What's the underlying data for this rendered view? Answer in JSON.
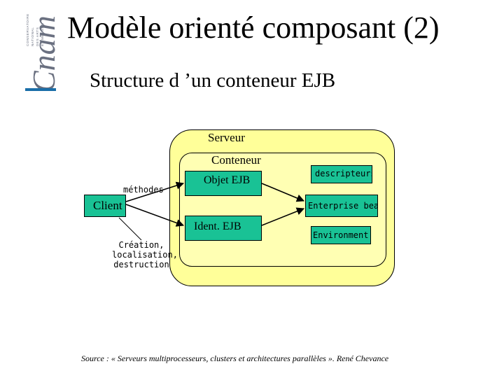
{
  "logo": {
    "letters": "Cnam",
    "lines": [
      "CONSERVATOIRE",
      "NATIONAL",
      "DES ARTS",
      "ET MÉTIERS"
    ],
    "accent_color": "#1a6ea8"
  },
  "slide": {
    "title": "Modèle orienté composant (2)",
    "subtitle": "Structure d ’un conteneur EJB",
    "source": "Source : « Serveurs multiprocesseurs, clusters et architectures parallèles ». René Chevance"
  },
  "diagram": {
    "server_label": "Serveur",
    "container_label": "Conteneur",
    "objet_label": "Objet EJB",
    "ident_label": "Ident. EJB",
    "client_label": "Client",
    "descripteurs_label": "descripteurs",
    "enterprise_label": "Enterprise bean",
    "environnement_label": "Environment",
    "methodes_label": "méthodes",
    "creation_lines": [
      "Création,",
      "localisation,",
      "destruction"
    ],
    "colors": {
      "server_fill": "#ffff99",
      "container_fill": "#ffffb3",
      "node_fill": "#19c295"
    }
  }
}
